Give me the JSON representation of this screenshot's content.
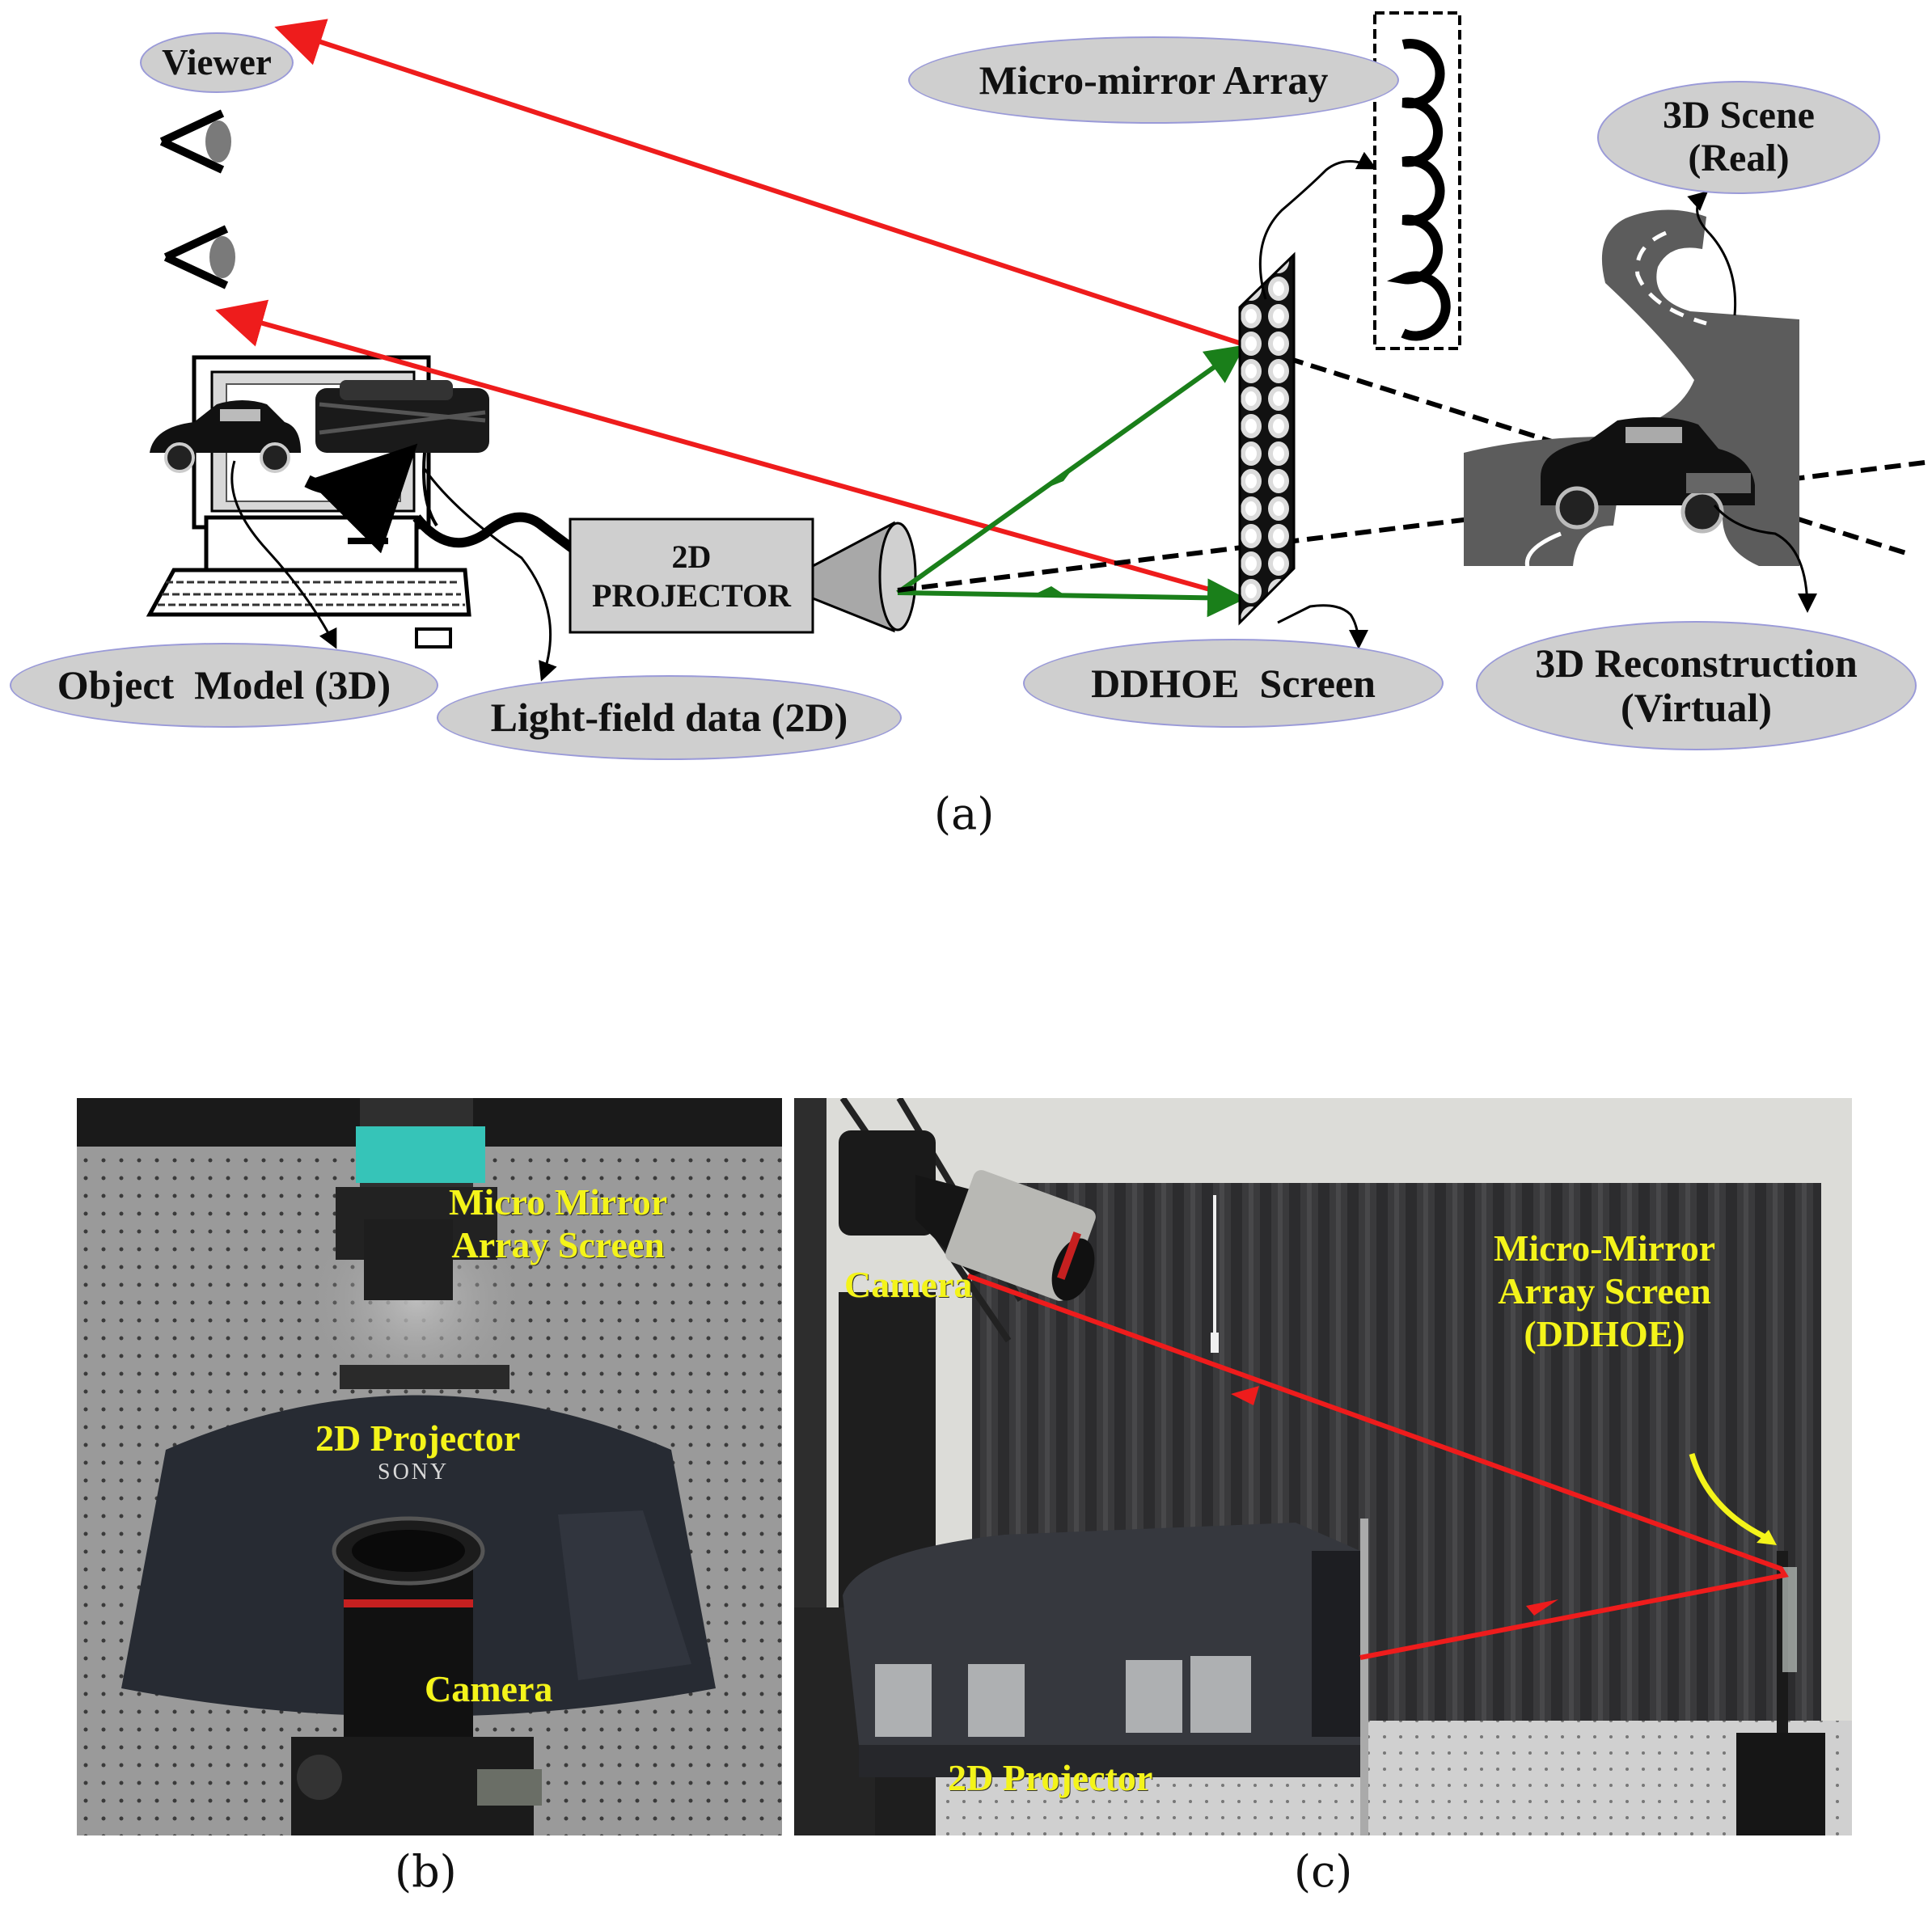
{
  "panel_a": {
    "caption": "(a)",
    "labels": {
      "viewer": "Viewer",
      "micro_mirror_array": "Micro-mirror Array",
      "scene_real_line1": "3D Scene",
      "scene_real_line2": "(Real)",
      "projector_line1": "2D",
      "projector_line2": "PROJECTOR",
      "object_model": "Object  Model (3D)",
      "light_field": "Light-field data (2D)",
      "ddhoe_screen": "DDHOE  Screen",
      "reconstruction_line1": "3D Reconstruction",
      "reconstruction_line2": "(Virtual)"
    },
    "colors": {
      "ray_red": "#ee1c1c",
      "ray_green": "#1a7f1a",
      "label_fill": "#cfcfcf",
      "label_border": "#9a9ad8"
    }
  },
  "panel_b": {
    "caption": "(b)",
    "labels": {
      "micro_mirror_line1": "Micro Mirror",
      "micro_mirror_line2": "Array Screen",
      "projector": "2D Projector",
      "brand": "SONY",
      "camera": "Camera"
    }
  },
  "panel_c": {
    "caption": "(c)",
    "labels": {
      "camera": "Camera",
      "mirror_line1": "Micro-Mirror",
      "mirror_line2": "Array Screen",
      "mirror_line3": "(DDHOE)",
      "projector": "2D Projector"
    },
    "colors": {
      "label_yellow": "#f4f41a"
    }
  }
}
